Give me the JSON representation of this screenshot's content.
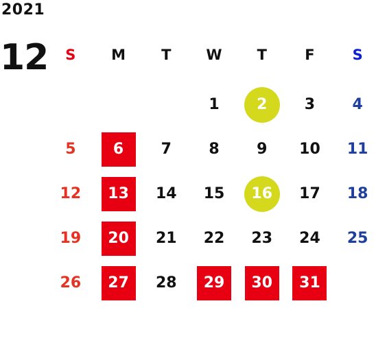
{
  "year": "2021",
  "month": "12",
  "weekday_headers": [
    "S",
    "M",
    "T",
    "W",
    "T",
    "F",
    "S"
  ],
  "weeks": [
    [
      "",
      "",
      "",
      "1",
      "2",
      "3",
      "4"
    ],
    [
      "5",
      "6",
      "7",
      "8",
      "9",
      "10",
      "11"
    ],
    [
      "12",
      "13",
      "14",
      "15",
      "16",
      "17",
      "18"
    ],
    [
      "19",
      "20",
      "21",
      "22",
      "23",
      "24",
      "25"
    ],
    [
      "26",
      "27",
      "28",
      "29",
      "30",
      "31",
      ""
    ]
  ],
  "highlight_red": [
    "6",
    "13",
    "20",
    "27",
    "29",
    "30",
    "31"
  ],
  "highlight_yellow": [
    "2",
    "16"
  ],
  "colors": {
    "sunday": "#e63223",
    "saturday": "#1f3f9e",
    "weekday": "#111111",
    "red_box": "#e60012",
    "yellow_circle": "#d4d91e"
  }
}
